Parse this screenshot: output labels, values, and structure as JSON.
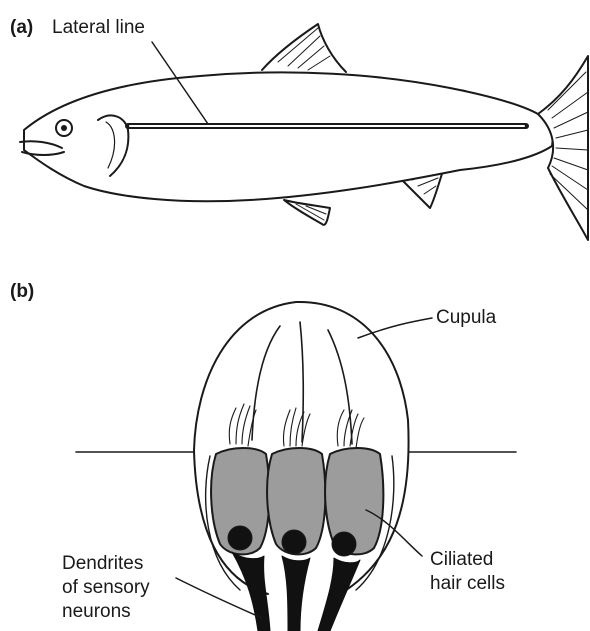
{
  "panel_a": {
    "letter": "(a)",
    "label": "Lateral line"
  },
  "panel_b": {
    "letter": "(b)",
    "cupula_label": "Cupula",
    "hair_cells_label": [
      "Ciliated",
      "hair cells"
    ],
    "dendrites_label": [
      "Dendrites",
      "of sensory",
      "neurons"
    ]
  },
  "colors": {
    "line": "#1a1a1a",
    "hair_cell_fill": "#9c9c9c",
    "nucleus_fill": "#111111",
    "background": "#ffffff"
  }
}
